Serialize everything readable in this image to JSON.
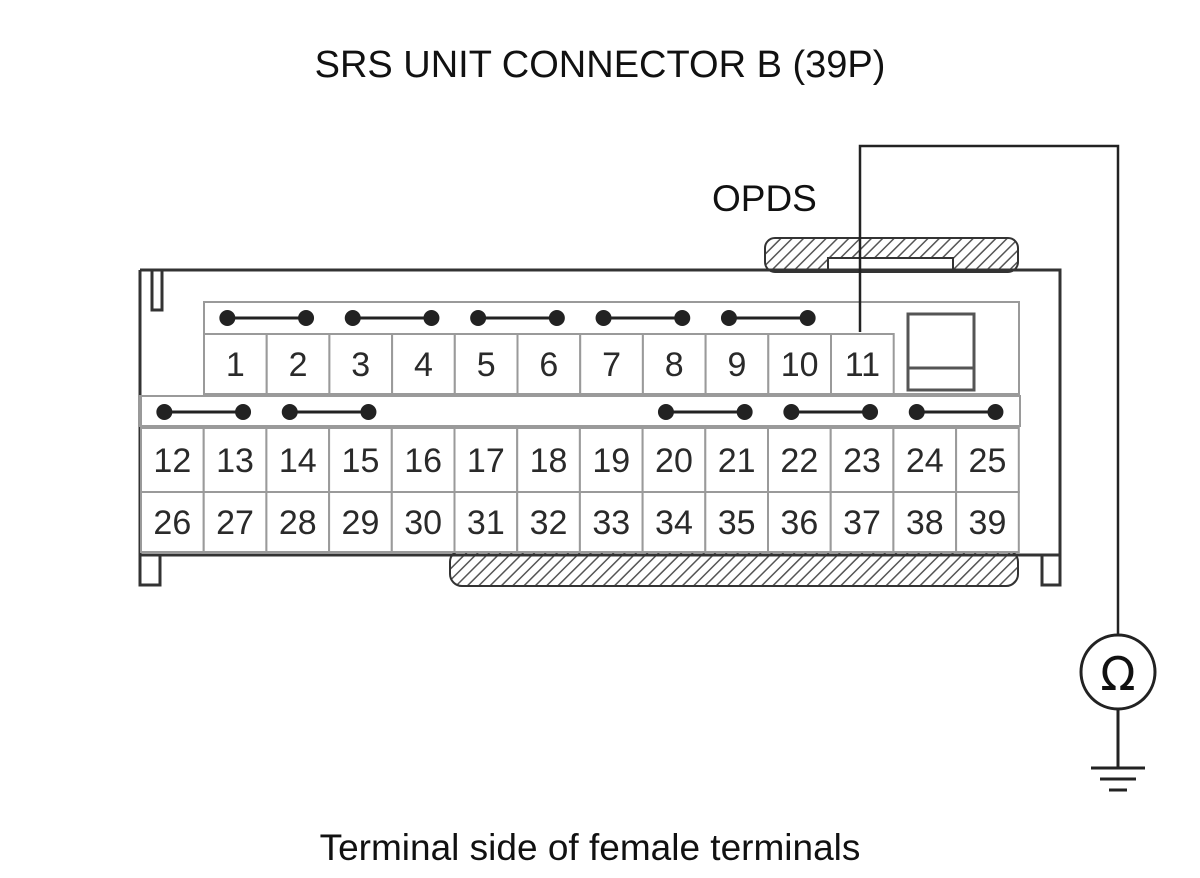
{
  "title": "SRS UNIT CONNECTOR B (39P)",
  "caption": "Terminal side of female terminals",
  "probe_label": "OPDS",
  "meter_symbol": "Ω",
  "connector": {
    "row1": [
      "1",
      "2",
      "3",
      "4",
      "5",
      "6",
      "7",
      "8",
      "9",
      "10",
      "11"
    ],
    "row2": [
      "12",
      "13",
      "14",
      "15",
      "16",
      "17",
      "18",
      "19",
      "20",
      "21",
      "22",
      "23",
      "24",
      "25"
    ],
    "row3": [
      "26",
      "27",
      "28",
      "29",
      "30",
      "31",
      "32",
      "33",
      "34",
      "35",
      "36",
      "37",
      "38",
      "39"
    ],
    "shorting_bars_row1": [
      [
        "1",
        "2"
      ],
      [
        "3",
        "4"
      ],
      [
        "5",
        "6"
      ],
      [
        "7",
        "8"
      ],
      [
        "9",
        "10"
      ]
    ],
    "shorting_bars_row2": [
      [
        "12",
        "13"
      ],
      [
        "14",
        "15"
      ],
      [
        "20",
        "21"
      ],
      [
        "22",
        "23"
      ],
      [
        "24",
        "25"
      ]
    ],
    "probe_terminal": "11"
  },
  "colors": {
    "line": "#222222",
    "cell_border": "#9a9a9a",
    "hatch": "#555555"
  }
}
